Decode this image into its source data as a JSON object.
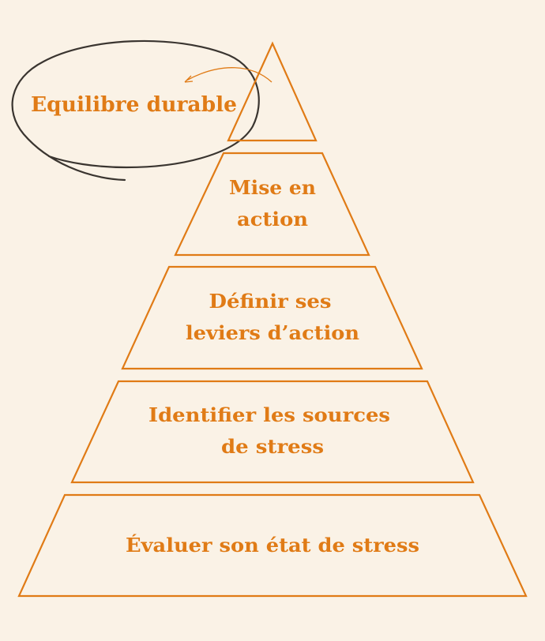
{
  "colors": {
    "background": "#faf2e6",
    "accent": "#e07b16",
    "ink": "#3a3530"
  },
  "callout": {
    "label": "Equilibre durable"
  },
  "levels": [
    {
      "lines": [
        "Mise en",
        "action"
      ]
    },
    {
      "lines": [
        "Définir ses",
        "leviers d’action"
      ]
    },
    {
      "lines": [
        "Identifier les sources",
        "de stress"
      ]
    },
    {
      "lines": [
        "Évaluer son état de stress"
      ]
    }
  ]
}
